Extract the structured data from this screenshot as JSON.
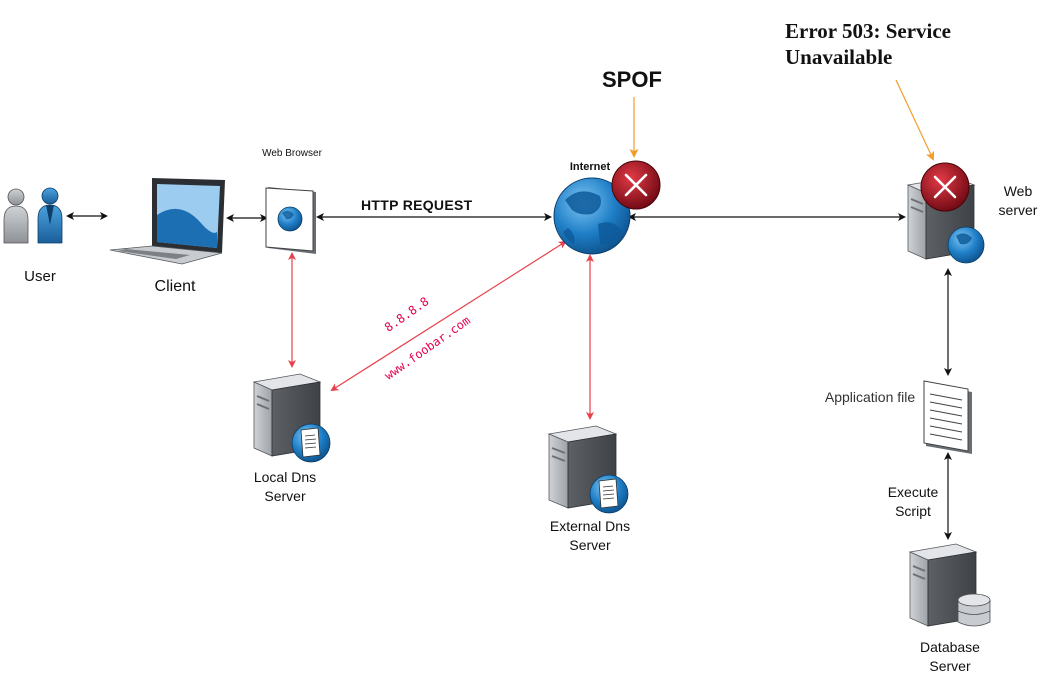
{
  "labels": {
    "user": "User",
    "client": "Client",
    "web_browser": "Web Browser",
    "internet": "Internet",
    "web_server": "Web server",
    "local_dns": "Local Dns Server",
    "external_dns": "External Dns Server",
    "application_file": "Application file",
    "execute_script": "Execute Script",
    "database_server": "Database Server",
    "http_request": "HTTP REQUEST",
    "spof": "SPOF",
    "error": "Error 503: Service Unavailable",
    "dns_ip": "8.8.8.8",
    "dns_domain": "www.foobar.com"
  },
  "colors": {
    "arrow_black": "#111111",
    "arrow_red": "#e8404a",
    "arrow_orange": "#f39c2b",
    "globe_blue": "#1a7bc4",
    "error_red": "#a30f1e",
    "dns_text": "#e8004f"
  },
  "icons": [
    "user-icon",
    "laptop-icon",
    "browser-icon",
    "globe-icon",
    "server-icon",
    "document-icon",
    "database-icon",
    "error-x-icon"
  ]
}
